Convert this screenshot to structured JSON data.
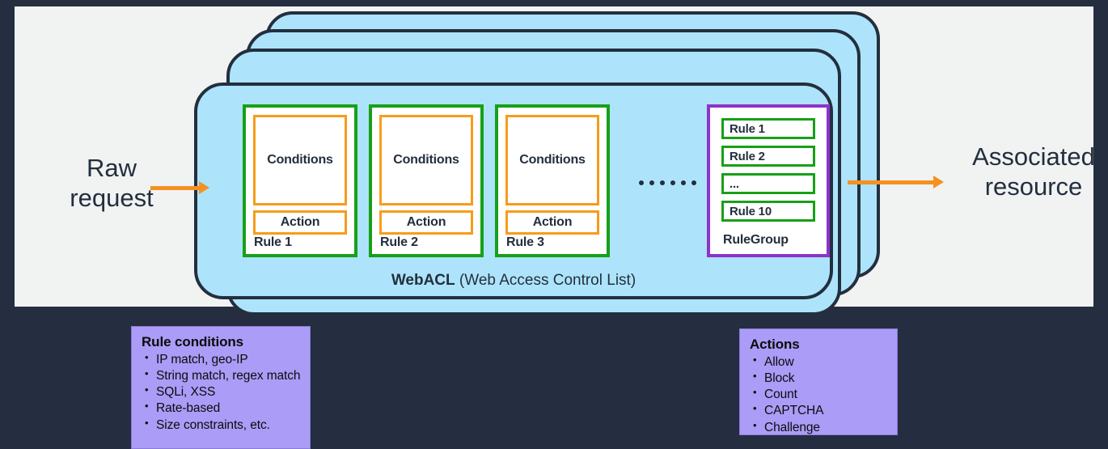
{
  "diagram": {
    "title": "AWS WAF WebACL request flow",
    "colors": {
      "background": "#242e40",
      "panel": "#f1f2f2",
      "acl_fill": "#ade4fb",
      "acl_border": "#232f3e",
      "rule_border": "#17a018",
      "condition_border": "#f79c1b",
      "rulegroup_border": "#8e33c8",
      "arrow": "#f59121",
      "legend_fill": "#ab9cf7",
      "text": "#232f3e"
    }
  },
  "flow": {
    "input_label": "Raw\nrequest",
    "input_line1": "Raw",
    "input_line2": "request",
    "output_line1": "Associated",
    "output_line2": "resource",
    "arrow_in_name": "request-arrow",
    "arrow_out_name": "resource-arrow"
  },
  "webacl": {
    "caption_bold": "WebACL",
    "caption_rest": " (Web Access Control List)",
    "stack_count": 4,
    "rules": [
      {
        "conditions_label": "Conditions",
        "action_label": "Action",
        "name": "Rule 1"
      },
      {
        "conditions_label": "Conditions",
        "action_label": "Action",
        "name": "Rule 2"
      },
      {
        "conditions_label": "Conditions",
        "action_label": "Action",
        "name": "Rule 3"
      }
    ],
    "ellipsis": "• • • • • •",
    "ellipsis_dot_count": 6,
    "rulegroup": {
      "label": "RuleGroup",
      "items": [
        "Rule 1",
        "Rule 2",
        "...",
        "Rule 10"
      ]
    }
  },
  "legends": [
    {
      "title": "Rule conditions",
      "items": [
        "IP match, geo-IP",
        "String match, regex match",
        "SQLi, XSS",
        "Rate-based",
        "Size constraints, etc."
      ]
    },
    {
      "title": "Actions",
      "items": [
        "Allow",
        "Block",
        "Count",
        "CAPTCHA",
        "Challenge"
      ]
    }
  ]
}
